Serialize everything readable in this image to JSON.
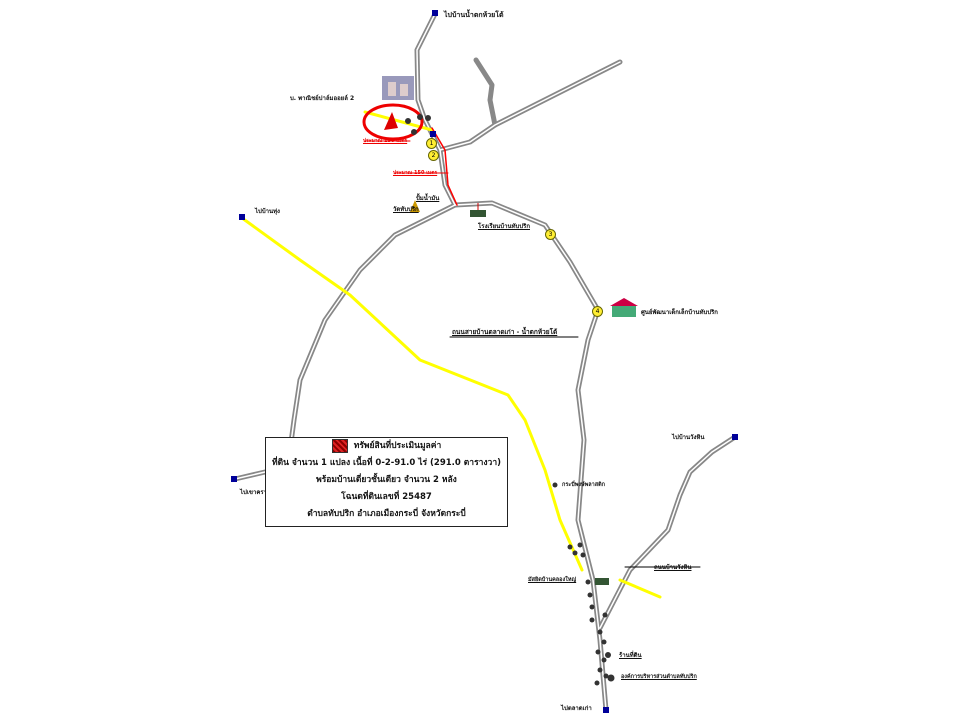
{
  "labels": {
    "to_waterfall": "ไปบ้านน้ำตกห้วยโต้",
    "factory": "บ. พาณิชย์ปาล์มออยล์ 2",
    "distance_1": "ประมาณ 150 เมตร",
    "distance_2": "ประมาณ 150 เมตร",
    "gas_station": "ปั้มน้ำมัน",
    "temple": "วัดทับปริก",
    "school": "โรงเรียนบ้านทับปริก",
    "child_center": "ศูนย์พัฒนาเด็กเล็กบ้านทับปริก",
    "main_road": "ถนนสายบ้านตลาดเก่า - น้ำตกห้วยโต้",
    "to_ban_thung": "ไปบ้านทุ่ง",
    "to_khao": "ไปเขาคราม",
    "to_wang_hin": "ไปบ้านวังหิน",
    "wang_hin_road": "ถนนบ้านวังหิน",
    "plastic_shop": "กระบี่พงษ์พลาสติก",
    "mosque": "มัสยิดบ้านคลองใหญ่",
    "land_shop": "ร้านที่ดิน",
    "tao_office": "องค์การบริหารส่วนตำบลทับปริก",
    "to_talad_kao": "ไปตลาดเก่า"
  },
  "markers": [
    "1",
    "2",
    "3",
    "4"
  ],
  "legend": {
    "title": "ทรัพย์สินที่ประเมินมูลค่า",
    "line1": "ที่ดิน จำนวน 1 แปลง เนื้อที่ 0-2-91.0 ไร่ (291.0 ตารางวา)",
    "line2": "พร้อมบ้านเดี่ยวชั้นเดียว จำนวน 2 หลัง",
    "line3": "โฉนดที่ดินเลขที่ 25487",
    "line4": "ตำบลทับปริก อำเภอเมืองกระบี่ จังหวัดกระบี่"
  },
  "colors": {
    "road": "#888888",
    "power_line": "#ffff00",
    "route": "#ff0000",
    "endpoint": "#000099",
    "marker": "#ffee33"
  }
}
